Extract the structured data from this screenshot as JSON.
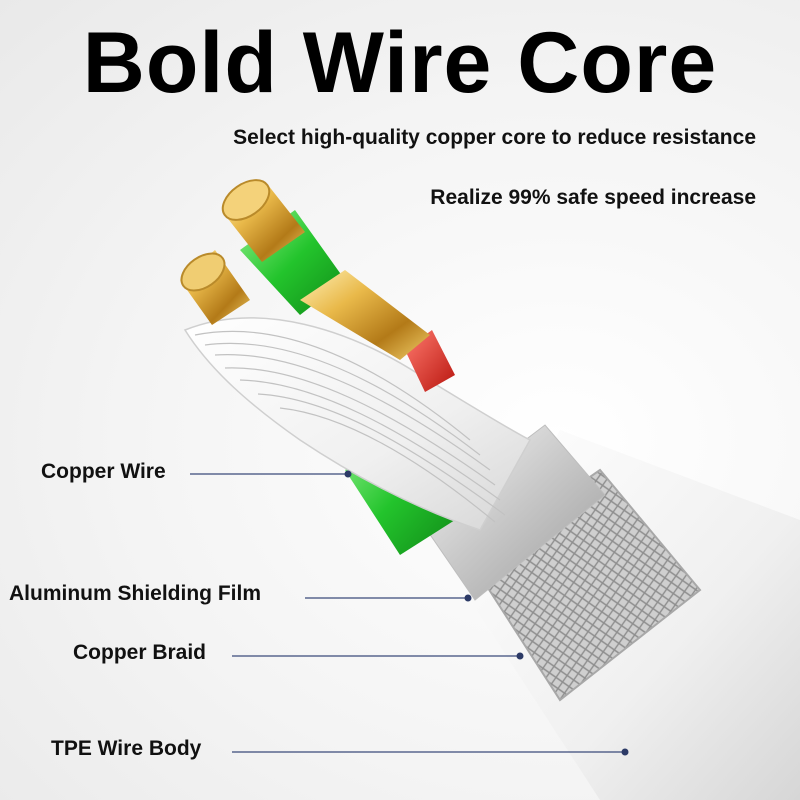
{
  "title": "Bold Wire Core",
  "subtitles": [
    "Select high-quality copper core to reduce resistance",
    "Realize 99% safe speed increase"
  ],
  "callouts": [
    {
      "label": "Copper Wire"
    },
    {
      "label": "Aluminum Shielding Film"
    },
    {
      "label": "Copper Braid"
    },
    {
      "label": "TPE Wire Body"
    }
  ],
  "colors": {
    "copper": "#e2b24a",
    "green_insulation": "#2fd63a",
    "red_insulation": "#e2261e",
    "leader_line": "#3a4a7a"
  }
}
